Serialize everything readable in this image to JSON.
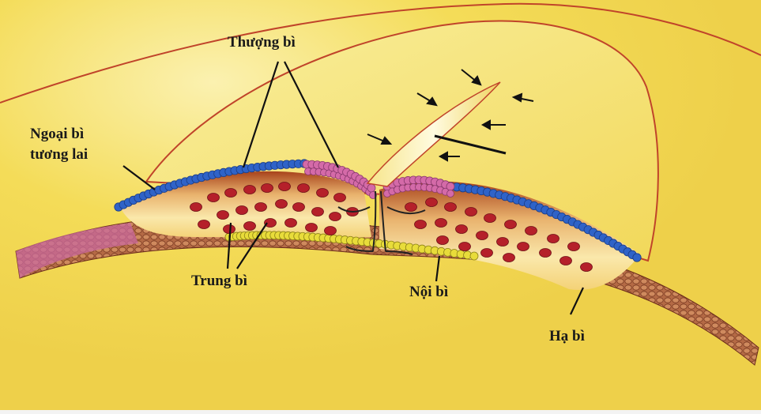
{
  "labels": {
    "thuong_bi": "Thượng bì",
    "ngoai_bi_line1": "Ngoại bì",
    "ngoai_bi_line2": "tương lai",
    "trung_bi": "Trung bì",
    "noi_bi": "Nội bì",
    "ha_bi": "Hạ bì"
  },
  "colors": {
    "yolk": "#f2d54a",
    "ectoderm": "#2f63c8",
    "epiblast": "#d46aa8",
    "mesoderm_cell": "#b5202a",
    "endoderm": "#e8dc3a",
    "hypoblast": "#a85a3a"
  }
}
